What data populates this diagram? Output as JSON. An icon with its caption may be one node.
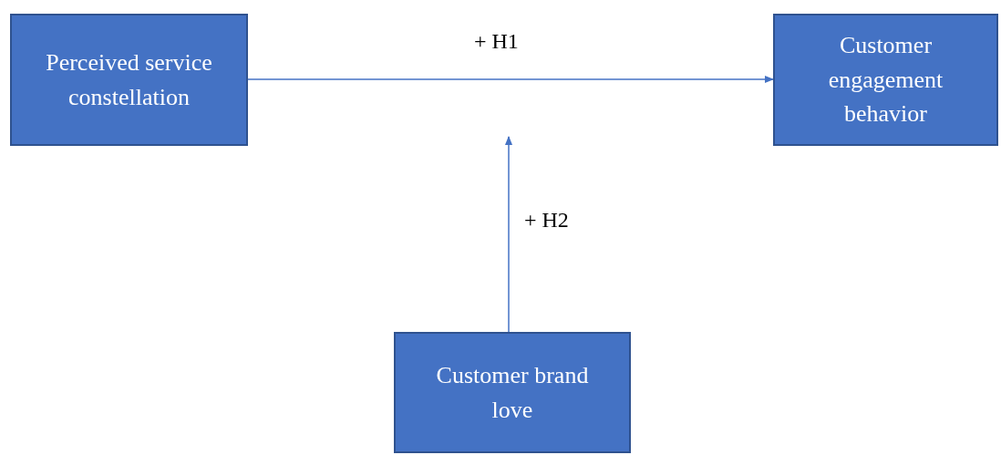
{
  "diagram": {
    "nodes": [
      {
        "text": [
          "Perceived service constellation"
        ]
      },
      {
        "text": [
          "Customer engagement behavior"
        ]
      },
      {
        "text": [
          "Customer brand love"
        ]
      }
    ],
    "edges": [
      {
        "from": 0,
        "to": 1,
        "arrow": "to",
        "label": "+ H1"
      },
      {
        "from": 2,
        "to": null,
        "arrow": "to",
        "label": "+ H2"
      }
    ]
  }
}
